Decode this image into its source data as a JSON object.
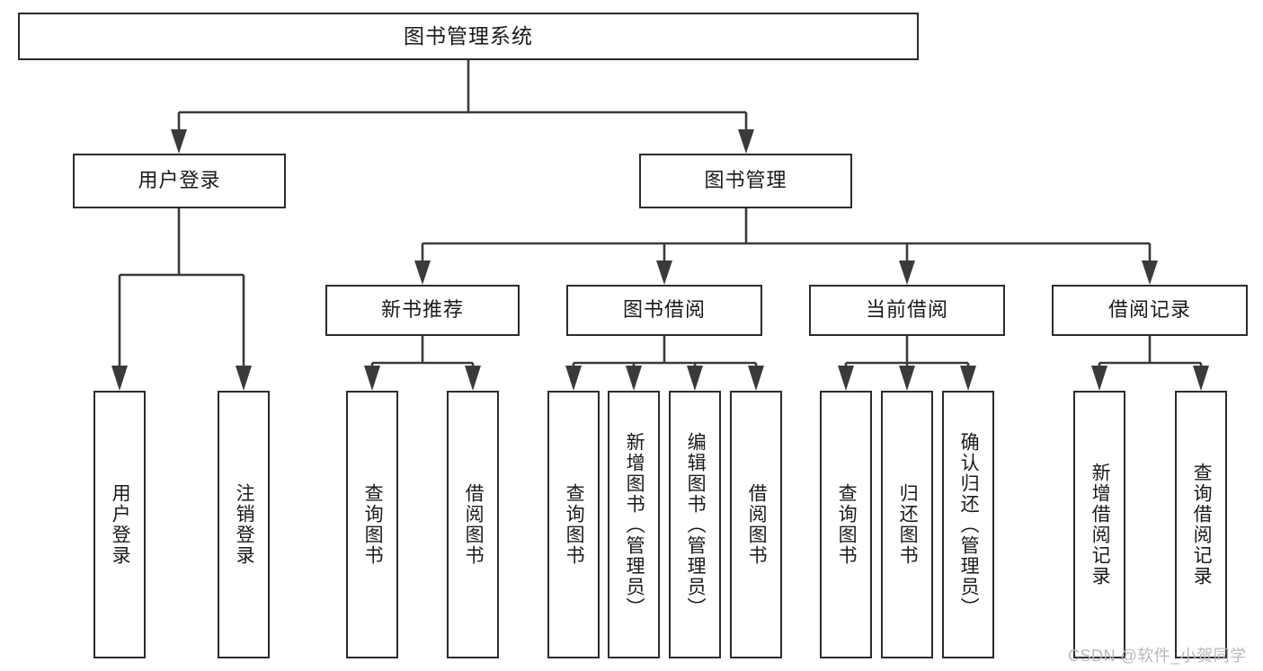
{
  "diagram": {
    "type": "tree-hierarchy",
    "title": "图书管理系统",
    "watermark": "CSDN @软件_小贺同学",
    "colors": {
      "box_border": "#2b2b2b",
      "connector": "#3a3a3a",
      "background": "#ffffff",
      "text": "#1a1a1a",
      "watermark": "#b9b9b9"
    },
    "root": {
      "label": "图书管理系统"
    },
    "level2": [
      {
        "label": "用户登录"
      },
      {
        "label": "图书管理"
      }
    ],
    "level3": [
      {
        "label": "新书推荐"
      },
      {
        "label": "图书借阅"
      },
      {
        "label": "当前借阅"
      },
      {
        "label": "借阅记录"
      }
    ],
    "leaves": {
      "user_login": [
        {
          "label": "用户登录"
        },
        {
          "label": "注销登录"
        }
      ],
      "new_book_recommend": [
        {
          "label": "查询图书"
        },
        {
          "label": "借阅图书"
        }
      ],
      "book_borrow": [
        {
          "label": "查询图书"
        },
        {
          "label": "新增图书（管理员）"
        },
        {
          "label": "编辑图书（管理员）"
        },
        {
          "label": "借阅图书"
        }
      ],
      "current_borrow": [
        {
          "label": "查询图书"
        },
        {
          "label": "归还图书"
        },
        {
          "label": "确认归还（管理员）"
        }
      ],
      "borrow_record": [
        {
          "label": "新增借阅记录"
        },
        {
          "label": "查询借阅记录"
        }
      ]
    }
  }
}
